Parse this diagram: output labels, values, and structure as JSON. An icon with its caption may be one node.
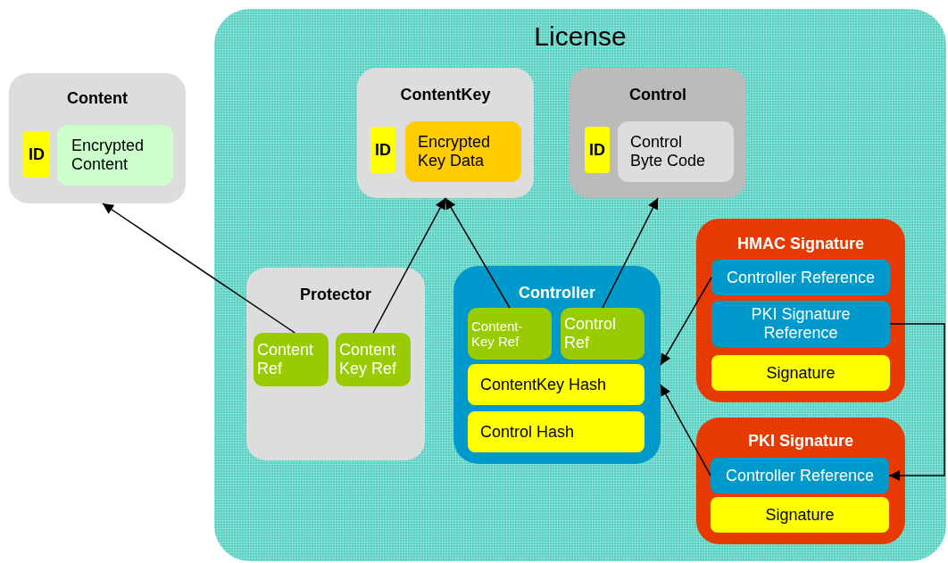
{
  "diagram": {
    "nodes": [
      {
        "text": [
          "Content"
        ]
      },
      {
        "text": [
          "ID"
        ],
        "in": 0
      },
      {
        "text": [
          "Encrypted Content"
        ],
        "in": 0
      },
      {
        "text": [
          "License"
        ]
      },
      {
        "text": [
          "ContentKey"
        ],
        "in": 3
      },
      {
        "text": [
          "ID"
        ],
        "in": 4
      },
      {
        "text": [
          "Encrypted Key Data"
        ],
        "in": 4
      },
      {
        "text": [
          "Control"
        ],
        "in": 3
      },
      {
        "text": [
          "ID"
        ],
        "in": 7
      },
      {
        "text": [
          "Control Byte Code"
        ],
        "in": 7
      },
      {
        "text": [
          "Protector"
        ],
        "in": 3
      },
      {
        "text": [
          "Content Ref"
        ],
        "in": 10
      },
      {
        "text": [
          "Content Key Ref"
        ],
        "in": 10
      },
      {
        "text": [
          "Controller"
        ],
        "in": 3
      },
      {
        "text": [
          "Content-Key Ref"
        ],
        "in": 13
      },
      {
        "text": [
          "Control Ref"
        ],
        "in": 13
      },
      {
        "text": [
          "ContentKey Hash"
        ],
        "in": 13
      },
      {
        "text": [
          "Control Hash"
        ],
        "in": 13
      },
      {
        "text": [
          "HMAC Signature"
        ],
        "in": 3
      },
      {
        "text": [
          "Controller Reference"
        ],
        "in": 18
      },
      {
        "text": [
          "PKI Signature Reference"
        ],
        "in": 18
      },
      {
        "text": [
          "Signature"
        ],
        "in": 18
      },
      {
        "text": [
          "PKI Signature"
        ],
        "in": 3
      },
      {
        "text": [
          "Controller Reference"
        ],
        "in": 22
      },
      {
        "text": [
          "Signature"
        ],
        "in": 22
      }
    ],
    "edges": [
      {
        "from": 11,
        "to": 0,
        "arrow": "to"
      },
      {
        "from": 12,
        "to": 4,
        "arrow": "to"
      },
      {
        "from": 14,
        "to": 4,
        "arrow": "to"
      },
      {
        "from": 15,
        "to": 7,
        "arrow": "to"
      },
      {
        "from": 19,
        "to": 13,
        "arrow": "to"
      },
      {
        "from": 23,
        "to": 13,
        "arrow": "to"
      },
      {
        "from": 20,
        "to": 23,
        "arrow": "to"
      }
    ]
  }
}
